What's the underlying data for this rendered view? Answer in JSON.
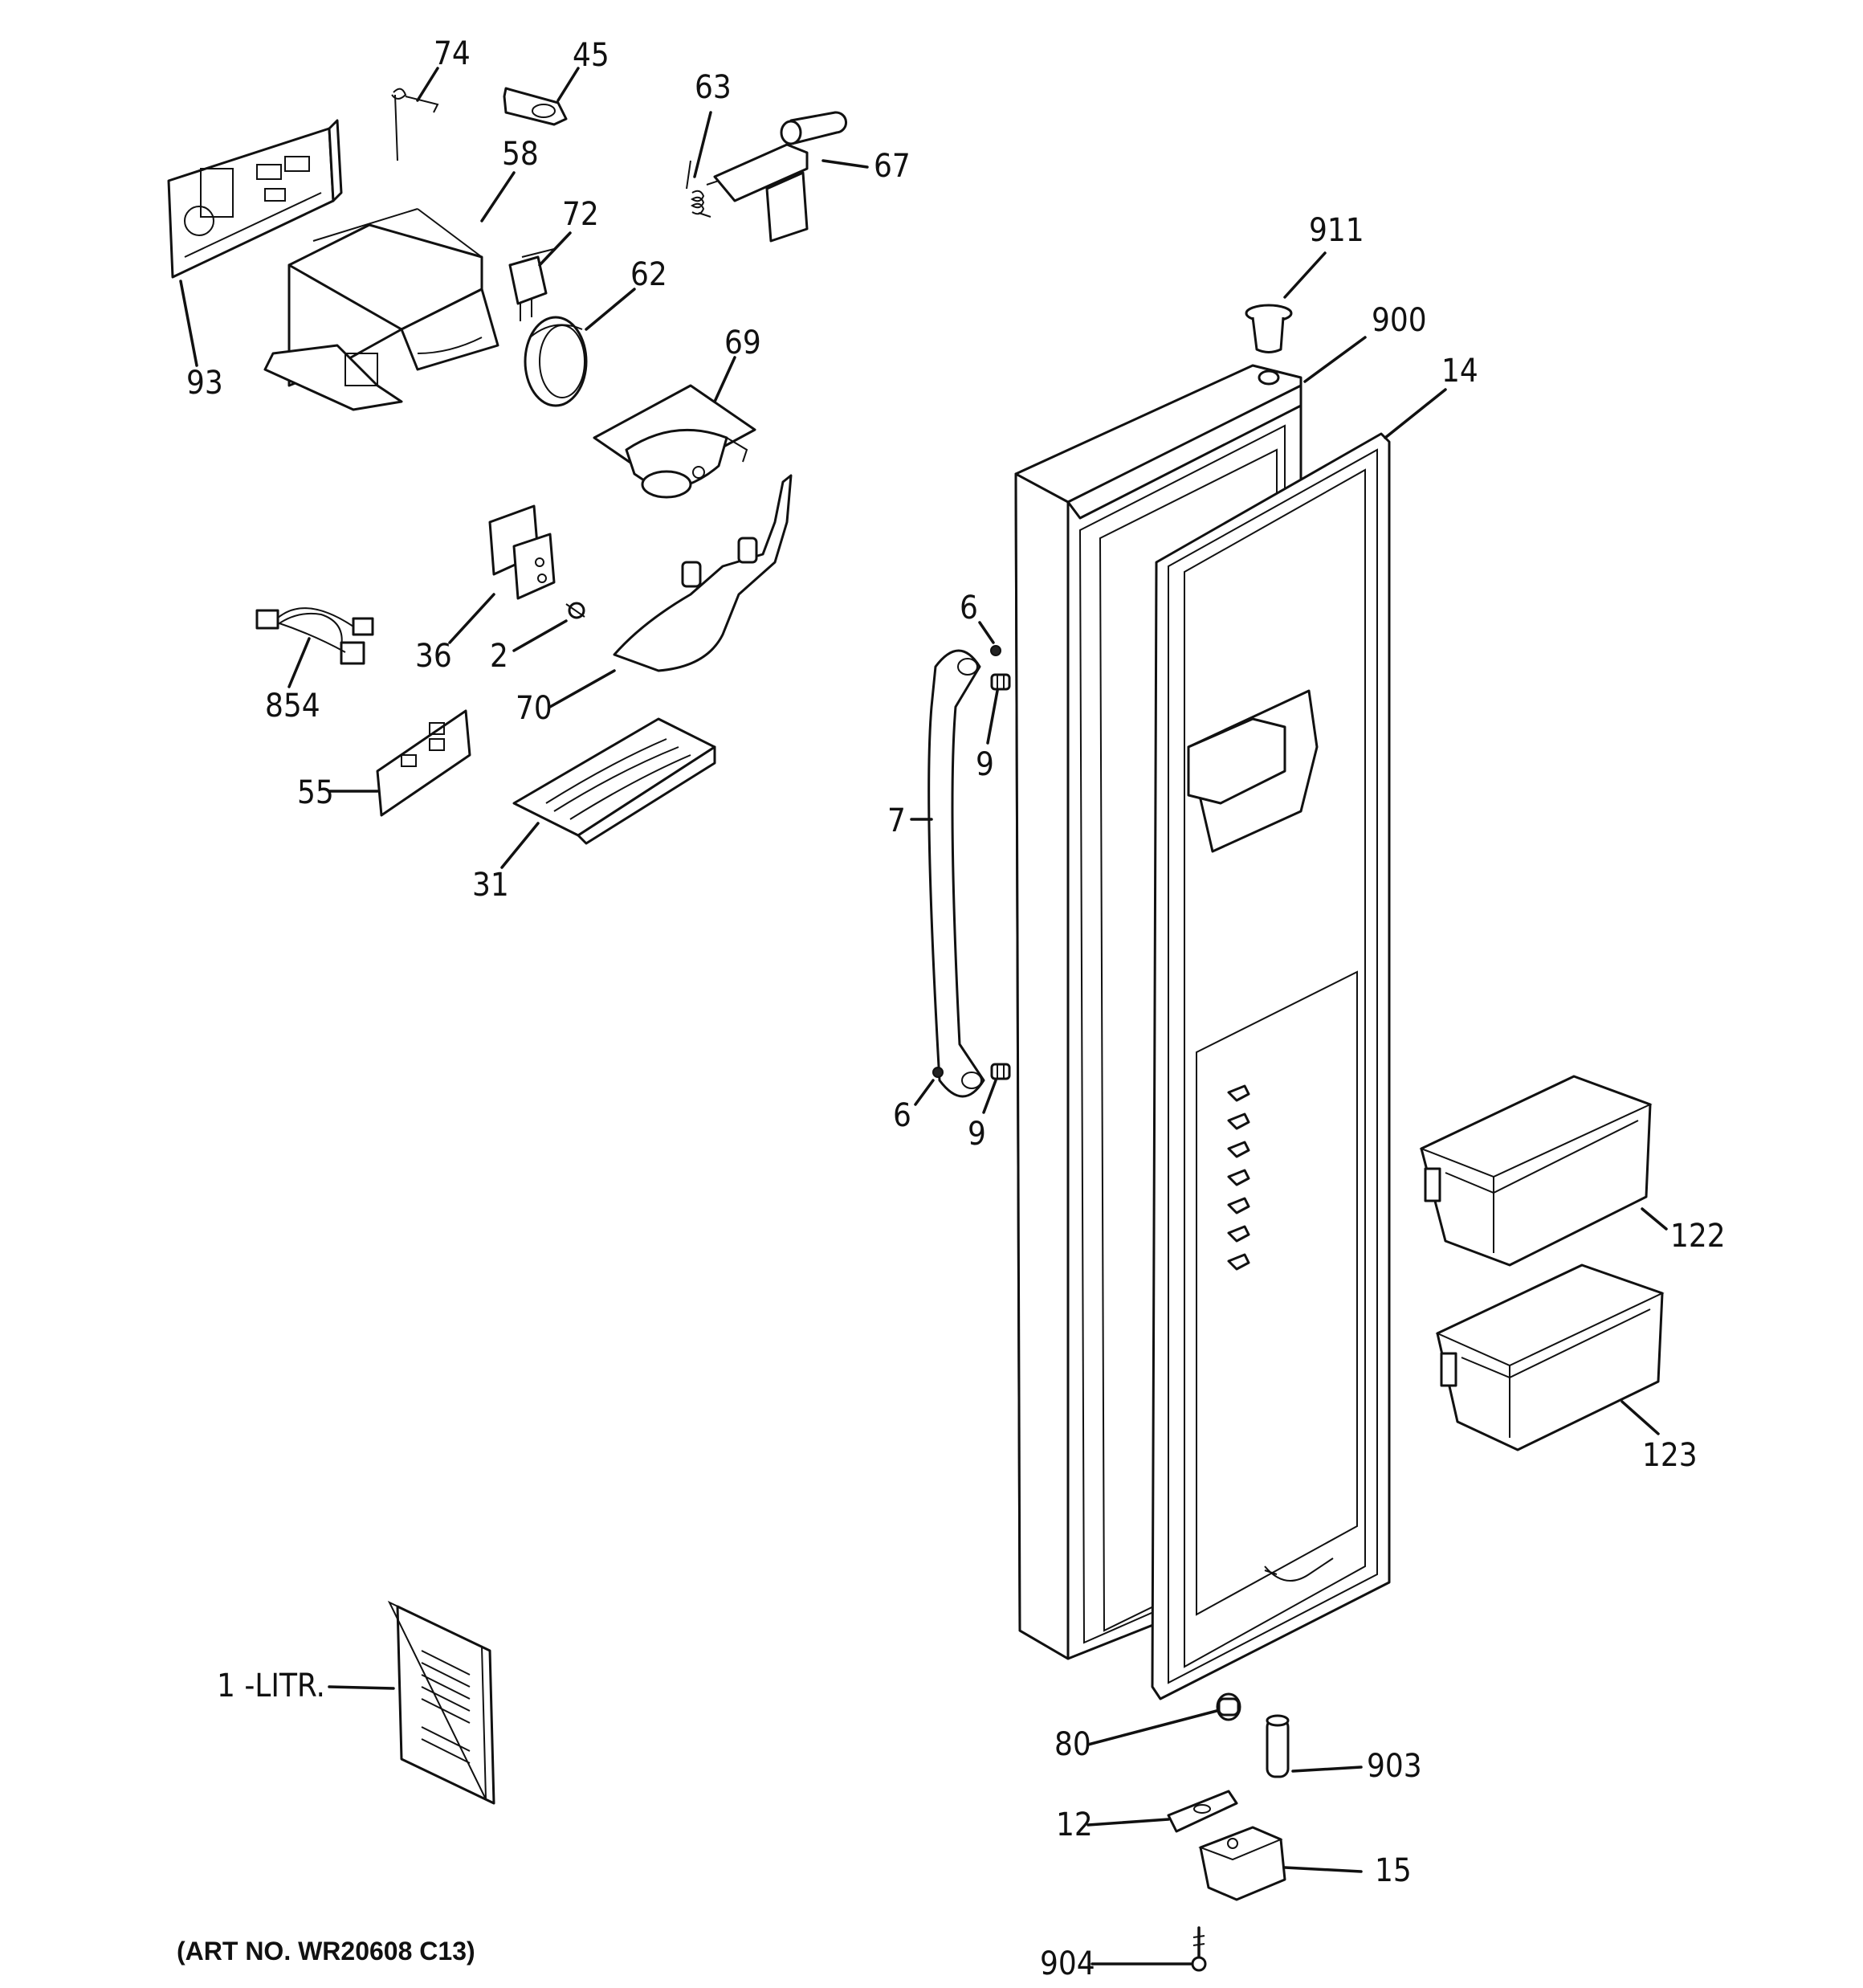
{
  "callouts": {
    "c74": "74",
    "c45": "45",
    "c63": "63",
    "c67": "67",
    "c58": "58",
    "c72": "72",
    "c62": "62",
    "c911": "911",
    "c900": "900",
    "c14": "14",
    "c69": "69",
    "c93": "93",
    "c36": "36",
    "c2": "2",
    "c854": "854",
    "c70": "70",
    "c6a": "6",
    "c9a": "9",
    "c7": "7",
    "c55": "55",
    "c31": "31",
    "c6b": "6",
    "c9b": "9",
    "c122": "122",
    "c123": "123",
    "c1": "1 -LITR.",
    "c80": "80",
    "c903": "903",
    "c12": "12",
    "c15": "15",
    "c904": "904"
  },
  "art_number": "(ART NO. WR20608 C13)"
}
